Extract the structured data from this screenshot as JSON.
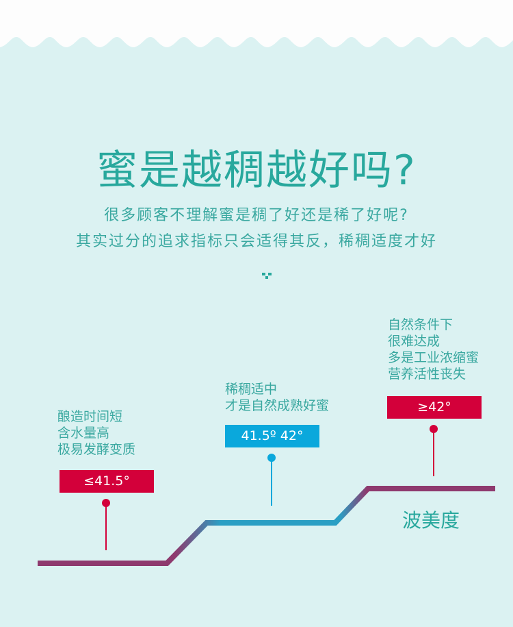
{
  "title": "蜜是越稠越好吗?",
  "subtitle": [
    "很多顾客不理解蜜是稠了好还是稀了好呢?",
    "其实过分的追求指标只会适得其反，稀稠适度才好"
  ],
  "stages": [
    {
      "note": [
        "酿造时间短",
        "含水量高",
        "极易发酵变质"
      ],
      "badge": "≤41.5°",
      "color": "#d3003a"
    },
    {
      "note": [
        "稀稠适中",
        "才是自然成熟好蜜"
      ],
      "badge": "41.5º 42°",
      "color": "#0aa8dc"
    },
    {
      "note": [
        "自然条件下",
        "很难达成",
        "多是工业浓缩蜜",
        "营养活性丧失"
      ],
      "badge": "≥42°",
      "color": "#d3003a"
    }
  ],
  "axis_label": "波美度",
  "colors": {
    "background": "#dbf2f2",
    "teal": "#28a89d",
    "line_start": "#8e3a6e",
    "line_mid": "#2a9fc4"
  }
}
